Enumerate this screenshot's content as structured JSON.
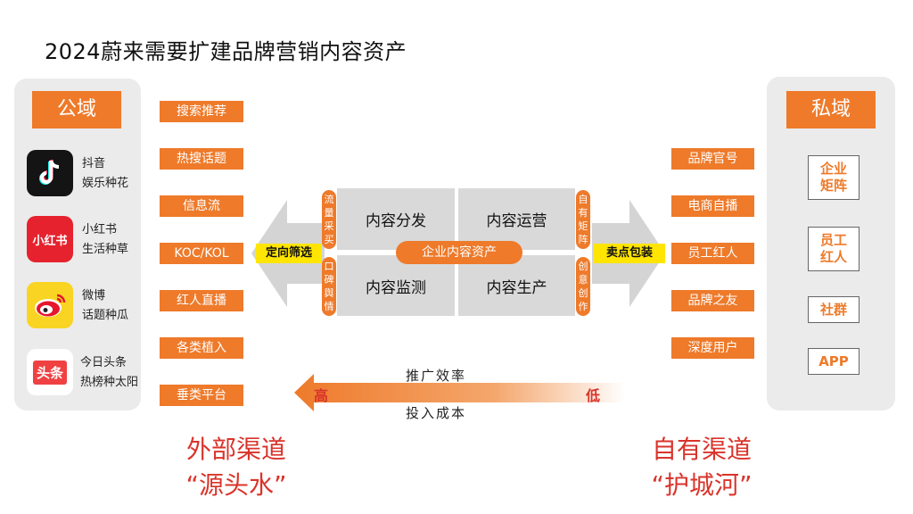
{
  "title": "2024蔚来需要扩建品牌营销内容资产",
  "public_domain": {
    "header": "公域",
    "platforms": [
      {
        "name": "抖音",
        "desc": "娱乐种花",
        "logo": "douyin-logo"
      },
      {
        "name": "小红书",
        "desc": "生活种草",
        "logo": "xiaohongshu-logo",
        "logo_text": "小红书"
      },
      {
        "name": "微博",
        "desc": "话题种瓜",
        "logo": "weibo-logo"
      },
      {
        "name": "今日头条",
        "desc": "热榜种太阳",
        "logo": "toutiao-logo",
        "logo_text": "头条"
      }
    ]
  },
  "external_channels": [
    "搜索推荐",
    "热搜话题",
    "信息流",
    "KOC/KOL",
    "红人直播",
    "各类植入",
    "垂类平台"
  ],
  "center": {
    "quadrants": [
      "内容分发",
      "内容运营",
      "内容监测",
      "内容生产"
    ],
    "core_label": "企业内容资产",
    "left_tabs": [
      "流量采买",
      "口碑舆情"
    ],
    "right_tabs": [
      "自有矩阵",
      "创意创作"
    ],
    "left_arrow_label": "定向筛选",
    "right_arrow_label": "卖点包装"
  },
  "owned_channels": [
    "品牌官号",
    "电商自播",
    "员工红人",
    "品牌之友",
    "深度用户"
  ],
  "private_domain": {
    "header": "私域",
    "items": [
      "企业矩阵",
      "员工红人",
      "社群",
      "APP"
    ]
  },
  "efficiency": {
    "top_label": "推广效率",
    "bottom_label": "投入成本",
    "high": "高",
    "low": "低"
  },
  "bottom": {
    "left_line1": "外部渠道",
    "left_line2": "“源头水”",
    "right_line1": "自有渠道",
    "right_line2": "“护城河”"
  },
  "colors": {
    "accent": "#ee7a2a",
    "highlight": "#ffe500",
    "red_text": "#d9342b"
  }
}
